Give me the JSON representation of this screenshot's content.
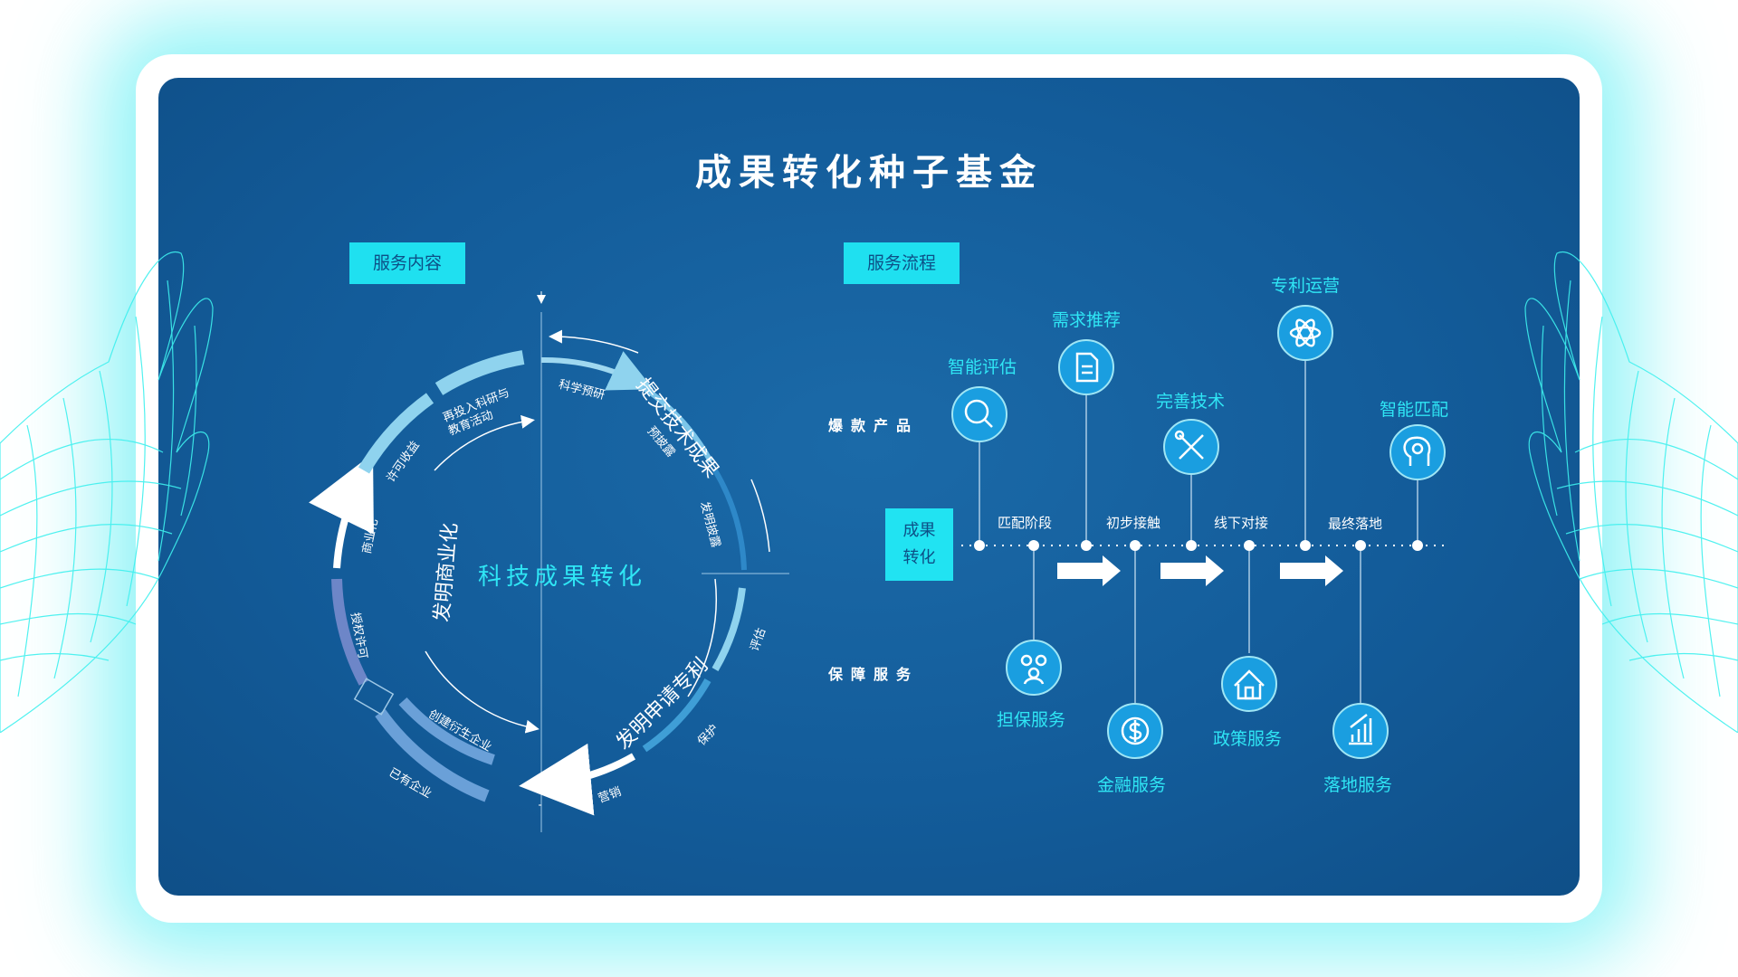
{
  "title": "成果转化种子基金",
  "tags": {
    "content": "服务内容",
    "process": "服务流程"
  },
  "cycle": {
    "center": "科技成果转化",
    "phases": [
      "提交技术成果",
      "发明申请专利",
      "发明商业化"
    ],
    "steps": [
      "科学预研",
      "预披露",
      "发明披露",
      "评估",
      "保护",
      "营销",
      "已有企业",
      "创建衍生企业",
      "授权许可",
      "商业化",
      "许可收益",
      "再投入科研与教育活动"
    ]
  },
  "flow": {
    "row_top": "爆款产品",
    "row_bottom": "保障服务",
    "box": "成果转化",
    "stages": [
      "匹配阶段",
      "初步接触",
      "线下对接",
      "最终落地"
    ],
    "top_nodes": [
      {
        "label": "智能评估",
        "icon": "magnifier-icon"
      },
      {
        "label": "需求推荐",
        "icon": "document-icon"
      },
      {
        "label": "完善技术",
        "icon": "tools-icon"
      },
      {
        "label": "专利运营",
        "icon": "atom-icon"
      },
      {
        "label": "智能匹配",
        "icon": "brain-gear-icon"
      }
    ],
    "bottom_nodes": [
      {
        "label": "担保服务",
        "icon": "people-icon"
      },
      {
        "label": "金融服务",
        "icon": "dollar-icon"
      },
      {
        "label": "政策服务",
        "icon": "house-icon"
      },
      {
        "label": "落地服务",
        "icon": "growth-chart-icon"
      }
    ]
  },
  "colors": {
    "panel": "#135c9a",
    "accent": "#1fe0f0",
    "ring_light": "#8fd3ee",
    "ring_dark": "#2e88c8"
  }
}
